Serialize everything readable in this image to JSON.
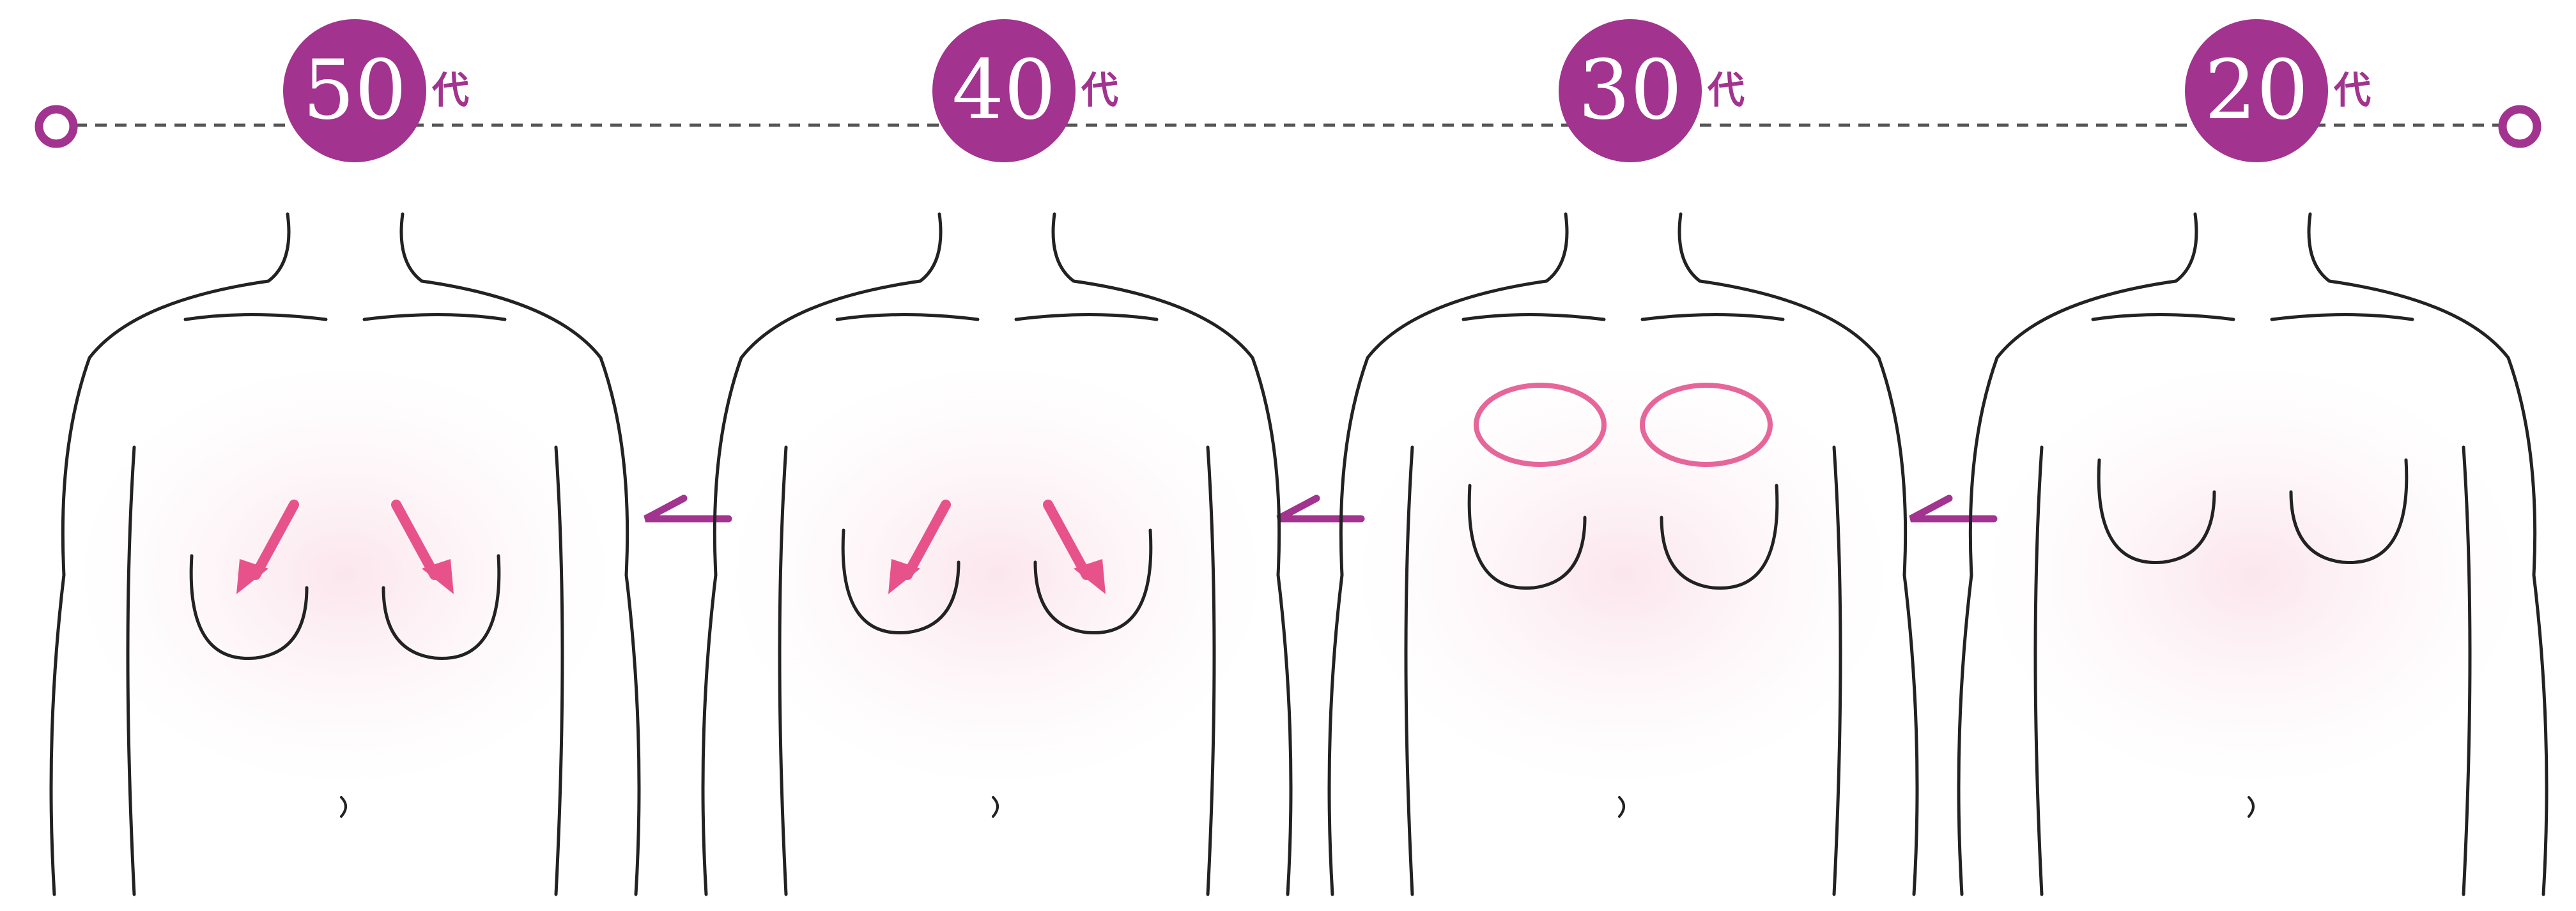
{
  "colors": {
    "accent": "#a2338f",
    "arrow": "#e8528a",
    "outline": "#e7669a",
    "line": "#222222",
    "tint": "#fbe6ec"
  },
  "timeline": {
    "stages": [
      {
        "age": "50",
        "suffix": "代"
      },
      {
        "age": "40",
        "suffix": "代"
      },
      {
        "age": "30",
        "suffix": "代"
      },
      {
        "age": "20",
        "suffix": "代"
      }
    ]
  },
  "figures": [
    {
      "marker": "downward-arrows"
    },
    {
      "marker": "downward-arrows"
    },
    {
      "marker": "chest-outline-circles"
    },
    {
      "marker": "none"
    }
  ]
}
